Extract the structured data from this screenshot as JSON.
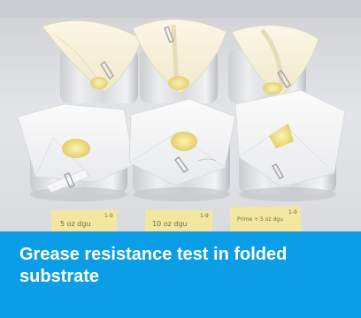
{
  "caption": {
    "title": "Grease resistance test in folded substrate"
  },
  "photo": {
    "subject": "six glass jars with paper cones and grease samples",
    "sticky_notes": [
      {
        "text": "5 oz dgu",
        "corner": "1-9"
      },
      {
        "text": "10 oz dgu",
        "corner": "1-9"
      },
      {
        "text": "Prime + 5 oz dgu",
        "corner": "1-9"
      }
    ]
  },
  "colors": {
    "caption_background": "#0b9ee6",
    "caption_text": "#ffffff",
    "backdrop": "#e3e5e8",
    "sticky_note": "#f4e79f",
    "grease": "#efdd86"
  }
}
